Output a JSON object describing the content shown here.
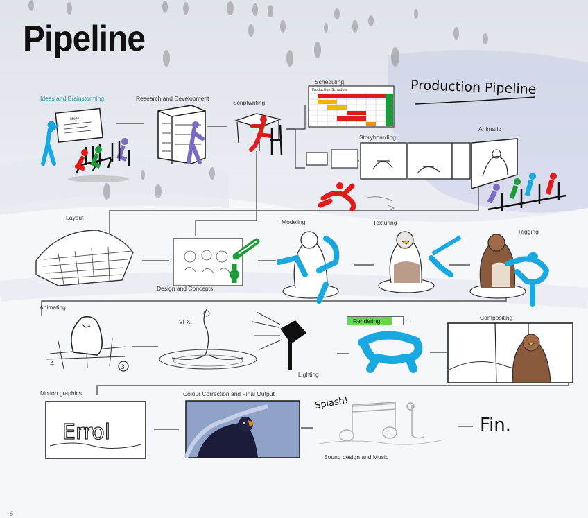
{
  "page": {
    "title": "Pipeline",
    "heading": "Production Pipeline",
    "page_number": "6"
  },
  "stages": {
    "ideas": "Ideas and Brainstorming",
    "research": "Research and Development",
    "scriptwriting": "Scriptwriting",
    "scheduling": "Scheduling",
    "schedule_sheet_title": "Production Schedule",
    "storyboarding": "Storyboarding",
    "animatic": "Animatic",
    "layout": "Layout",
    "design": "Design and Concepts",
    "modeling": "Modeling",
    "texturing": "Texturing",
    "rigging": "Rigging",
    "animating": "Animating",
    "vfx": "VFX",
    "lighting": "Lighting",
    "rendering": "Rendering",
    "rendering_progress": 0.8,
    "compositing": "Compositing",
    "motion_graphics": "Motion graphics",
    "colour": "Colour Correction and Final Output",
    "sound": "Sound design and Music",
    "motion_title_text": "Errol",
    "splash_text": "Splash!",
    "fin_text": "Fin."
  },
  "colors": {
    "cyan": "#1aa8e0",
    "red": "#e01b1b",
    "green": "#1f9a3a",
    "purple": "#7b6bc4",
    "brown": "#8a5a3c"
  }
}
